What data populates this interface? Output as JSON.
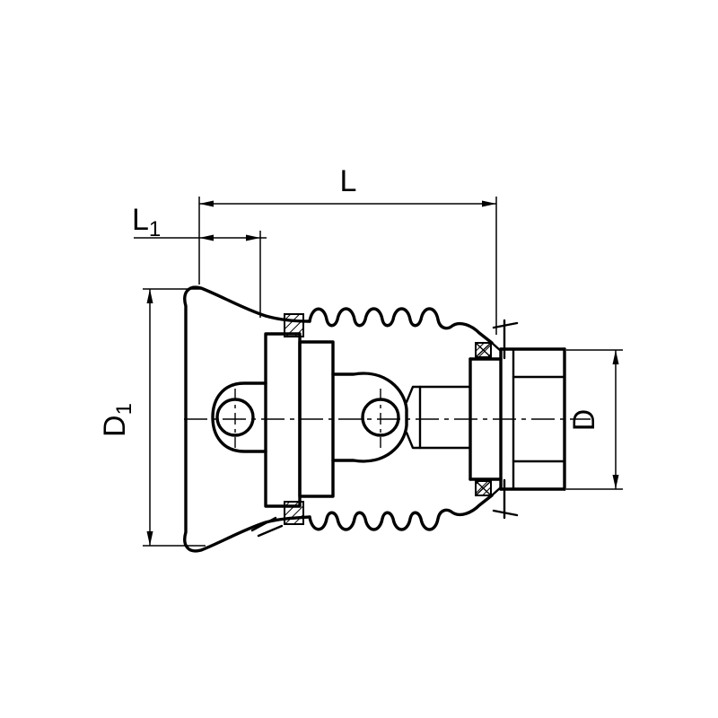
{
  "colors": {
    "ink": "#000000",
    "paper": "#ffffff"
  },
  "dimension_labels": {
    "L": {
      "text": "L",
      "sub": ""
    },
    "L1": {
      "text": "L",
      "sub": "1"
    },
    "D1": {
      "text": "D",
      "sub": "1"
    },
    "D": {
      "text": "D",
      "sub": ""
    }
  }
}
